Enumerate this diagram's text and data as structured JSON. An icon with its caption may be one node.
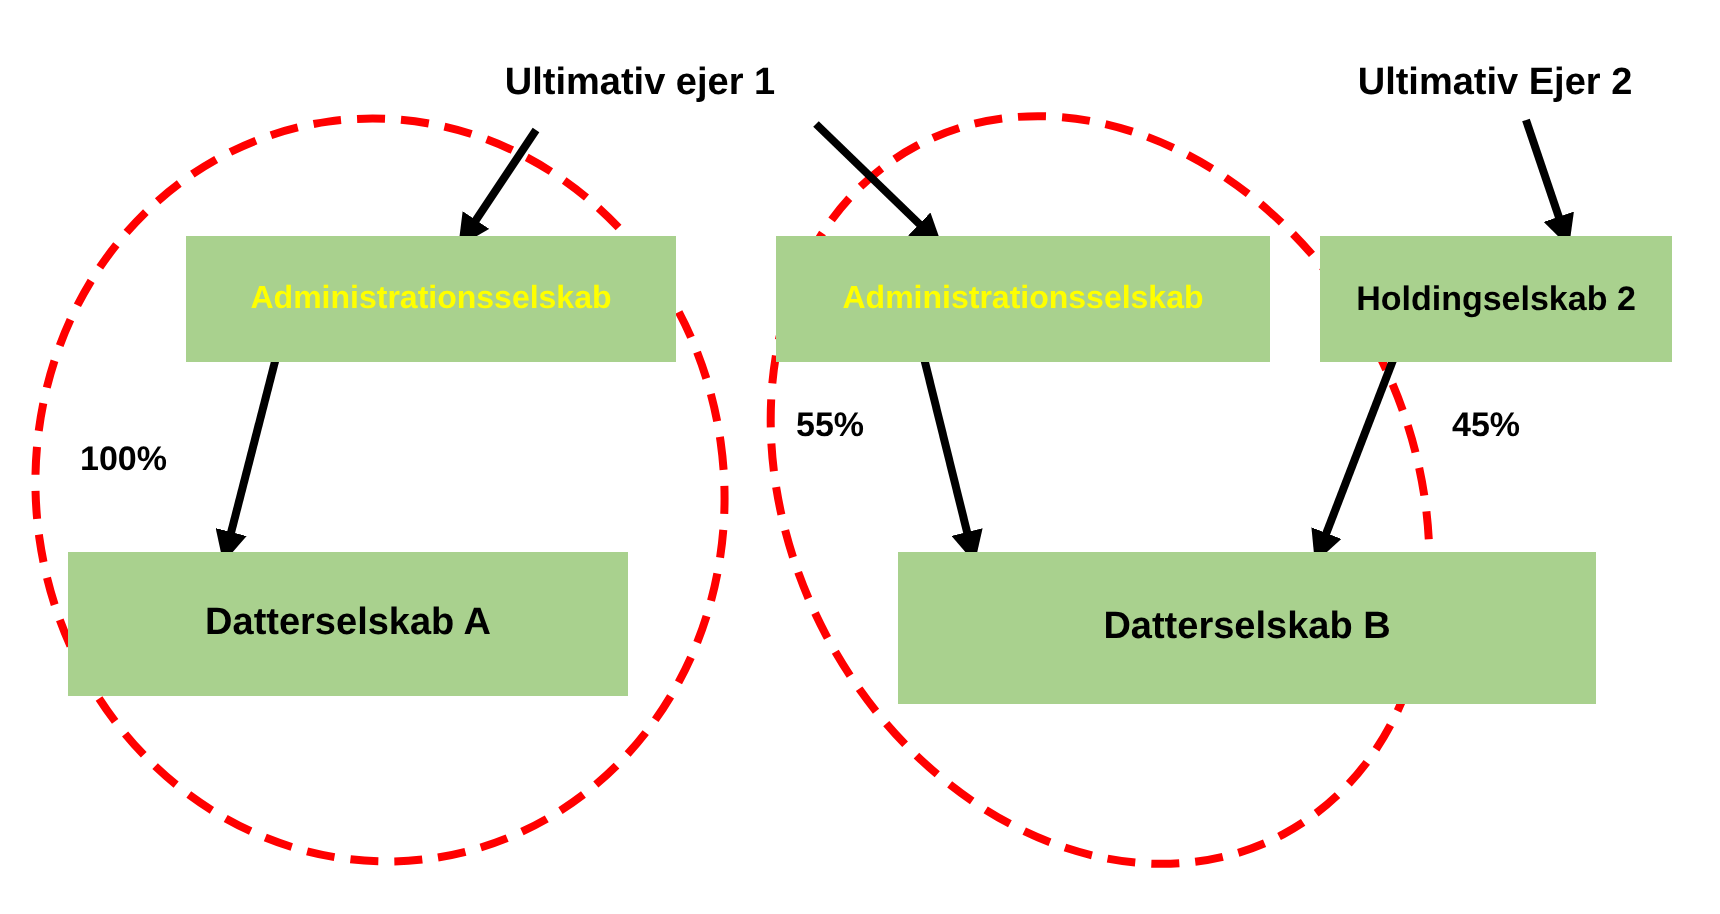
{
  "diagram": {
    "nodes": [
      {
        "text": [
          "Ultimativ ejer 1"
        ]
      },
      {
        "text": [
          "Ultimativ Ejer 2"
        ]
      },
      {
        "text": [
          "Administrationsselskab"
        ]
      },
      {
        "text": [
          "Administrationsselskab"
        ]
      },
      {
        "text": [
          "Holdingselskab 2"
        ]
      },
      {
        "text": [
          "Datterselskab A"
        ]
      },
      {
        "text": [
          "Datterselskab B"
        ]
      }
    ],
    "edges": [
      {
        "from": 0,
        "to": 2,
        "arrow": "to"
      },
      {
        "from": 0,
        "to": 3,
        "arrow": "to"
      },
      {
        "from": 1,
        "to": 4,
        "arrow": "to"
      },
      {
        "from": 2,
        "to": 5,
        "arrow": "to",
        "label": "100%"
      },
      {
        "from": 3,
        "to": 6,
        "arrow": "to",
        "label": "55%"
      },
      {
        "from": 4,
        "to": 6,
        "arrow": "to",
        "label": "45%"
      }
    ]
  }
}
